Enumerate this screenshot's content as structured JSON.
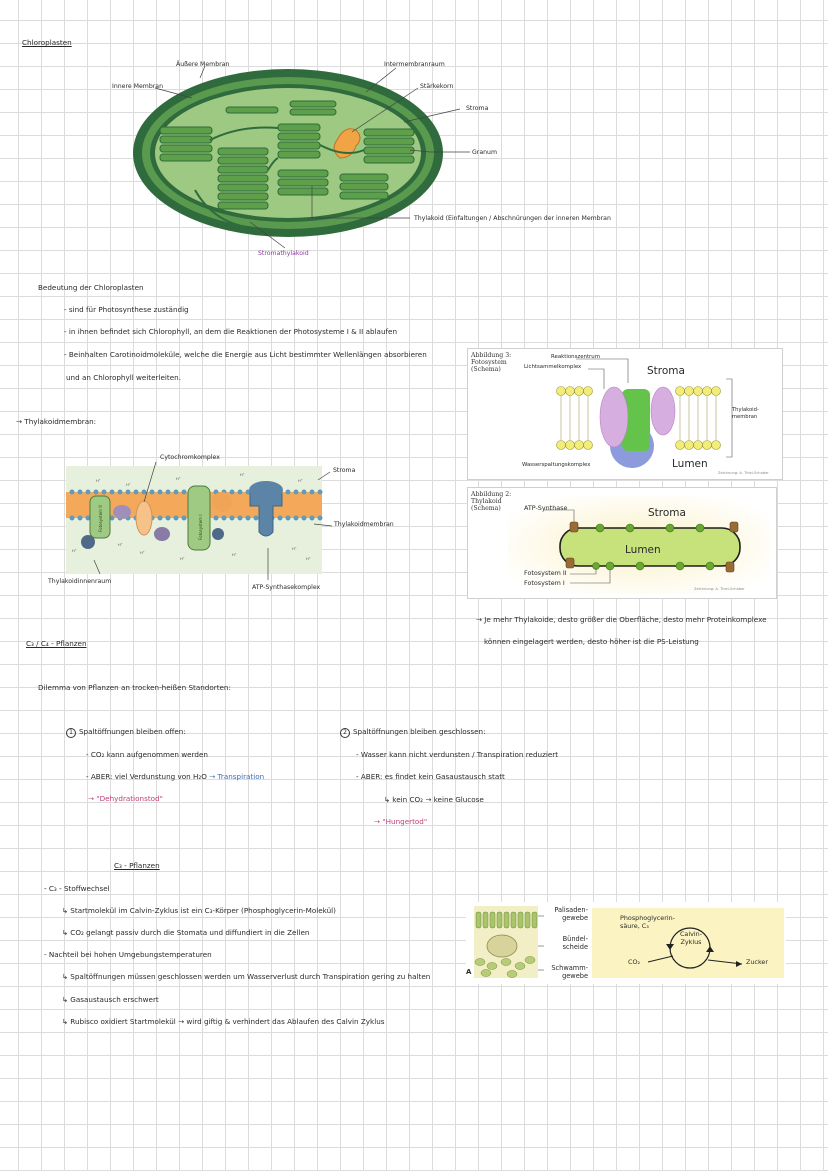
{
  "chloroplast": {
    "heading": "Chloroplasten",
    "labels": {
      "aussere": "Äußere Membran",
      "innere": "Innere Membran",
      "intermembran": "Intermembranraum",
      "staerke": "Stärkekorn",
      "stroma": "Stroma",
      "granum": "Granum",
      "thylakoid": "Thylakoid (Einfaltungen / Abschnürungen der inneren Membran",
      "stromathylakoid": "Stromathylakoid"
    }
  },
  "bedeutung": {
    "title": "Bedeutung der Chloroplasten",
    "lines": [
      "- sind für Photosynthese zuständig",
      "- in ihnen befindet sich Chlorophyll, an dem die Reaktionen der Photosysteme I & II ablaufen",
      "- Beinhalten Carotinoidmoleküle, welche die Energie aus Licht bestimmter Wellenlängen absorbieren",
      "und an Chlorophyll weiterleiten."
    ]
  },
  "thylakoid": {
    "arrow_label": "→ Thylakoidmembran:",
    "labels": {
      "cytochrom": "Cytochromkomplex",
      "stroma": "Stroma",
      "membran": "Thylakoidmembran",
      "innenraum": "Thylakoidinnenraum",
      "atp": "ATP-Synthasekomplex",
      "ps2": "Fotosystem II",
      "ps1": "Fotosystem I",
      "hplus": "H⁺"
    }
  },
  "abb3": {
    "caption": [
      "Abbildung 3:",
      "Fotosystem",
      "(Schema)"
    ],
    "reaktionszentrum": "Reaktionszentrum",
    "lichtsammel": "Lichtsammelkomplex",
    "stroma": "Stroma",
    "membran": [
      "Thylakoid-",
      "membran"
    ],
    "wasser": "Wasserspaltungskomplex",
    "lumen": "Lumen",
    "credit": "Zeichnung: A. Thiel-Schaber"
  },
  "abb2": {
    "caption": [
      "Abbildung 2:",
      "Thylakoid",
      "(Schema)"
    ],
    "atp": "ATP-Synthase",
    "stroma": "Stroma",
    "lumen": "Lumen",
    "ps2": "Fotosystem II",
    "ps1": "Fotosystem I",
    "credit": "Zeichnung: A. Thiel-Schaber"
  },
  "note": [
    "→ Je mehr Thylakoide, desto größer die Oberfläche, desto mehr Proteinkomplexe",
    "können eingelagert werden, desto höher ist die PS-Leistung"
  ],
  "c3c4": {
    "heading": "C₃ / C₄ - Pflanzen",
    "dilemma": "Dilemma von Pflanzen an trocken-heißen Standorten:",
    "one": {
      "num": "1",
      "title": "Spaltöffnungen bleiben offen:",
      "lines": [
        "- CO₂ kann aufgenommen werden",
        "- ABER: viel Verdunstung von H₂O"
      ],
      "transpiration": "→ Transpiration",
      "result": "→ \"Dehydrationstod\""
    },
    "two": {
      "num": "2",
      "title": "Spaltöffnungen bleiben geschlossen:",
      "lines": [
        "- Wasser kann nicht verdunsten / Transpiration reduziert",
        "- ABER: es findet kein Gasaustausch statt",
        "↳ kein CO₂ → keine Glucose"
      ],
      "result": "→ \"Hungertod\""
    }
  },
  "c3": {
    "heading": "C₃ - Pflanzen",
    "lines": [
      "- C₃ - Stoffwechsel",
      "↳ Startmolekül im Calvin-Zyklus ist ein C₃-Körper (Phosphoglycerin-Molekül)",
      "↳ CO₂ gelangt passiv durch die Stomata und diffundiert in die Zellen",
      "- Nachteil bei hohen Umgebungstemperaturen",
      "↳ Spaltöffnungen müssen geschlossen werden um Wasserverlust durch Transpiration gering zu halten",
      "↳ Gasaustausch erschwert",
      "↳ Rubisco oxidiert Startmolekül → wird giftig & verhindert das Ablaufen des Calvin Zyklus"
    ]
  },
  "leaf": {
    "a": "A",
    "palisaden": [
      "Palisaden-",
      "gewebe"
    ],
    "buendel": [
      "Bündel-",
      "scheide"
    ],
    "schwamm": [
      "Schwamm-",
      "gewebe"
    ],
    "phospho": [
      "Phosphoglycerin-",
      "säure, C₃"
    ],
    "calvin": [
      "Calvin-",
      "Zyklus"
    ],
    "co2": "CO₂",
    "zucker": "Zucker"
  }
}
